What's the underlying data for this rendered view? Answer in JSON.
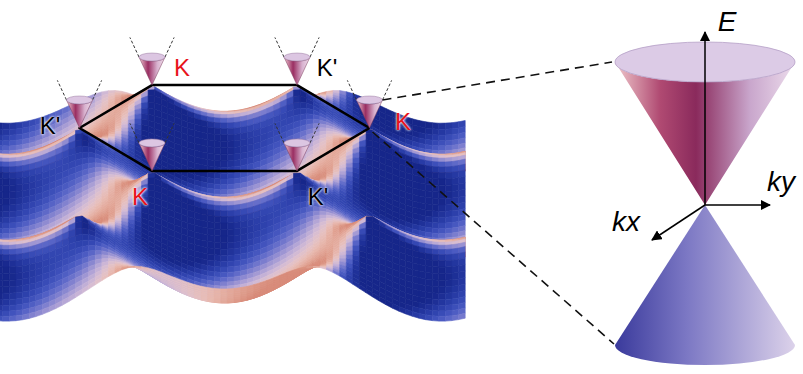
{
  "diagram": {
    "labels": [
      "K",
      "K'",
      "K'",
      "K",
      "K",
      "K'",
      "E",
      "ky",
      "kx"
    ]
  }
}
